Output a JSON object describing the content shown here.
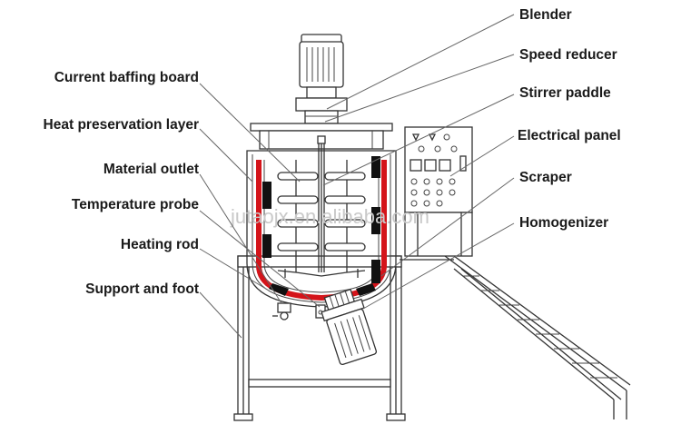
{
  "labels": {
    "blender": "Blender",
    "speed_reducer": "Speed reducer",
    "stirrer_paddle": "Stirrer paddle",
    "electrical_panel": "Electrical panel",
    "scraper": "Scraper",
    "homogenizer": "Homogenizer",
    "current_baffing_board": "Current baffing board",
    "heat_preservation_layer": "Heat preservation layer",
    "material_outlet": "Material outlet",
    "temperature_probe": "Temperature probe",
    "heating_rod": "Heating rod",
    "support_and_foot": "Support and foot"
  },
  "watermark": "jutaojx.en.alibaba.com",
  "colors": {
    "heating_jacket": "#d4141a",
    "line": "#333333",
    "label": "#1a1a1a"
  }
}
